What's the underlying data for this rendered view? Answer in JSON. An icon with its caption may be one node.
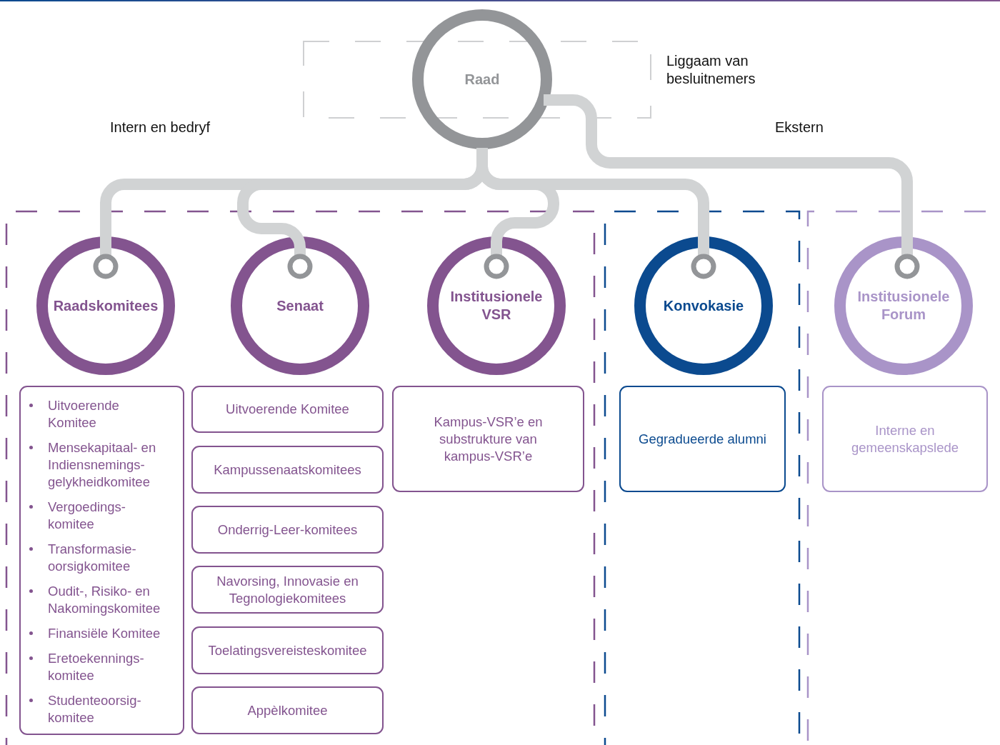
{
  "diagram": {
    "nodes": [
      {
        "text": [
          "Raad"
        ]
      },
      {
        "text": [],
        "shape": "box"
      },
      {
        "text": [
          "Raadskomitees"
        ],
        "in": 1
      },
      {
        "text": [
          "Senaat"
        ],
        "in": 1
      },
      {
        "text": [
          "Institusionele VSR"
        ],
        "in": 1
      },
      {
        "text": [
          "Uitvoerende Komitee",
          "Mensekapitaal- en Indiensnemings-gelykheidkomitee",
          "Vergoedings-komitee",
          "Transformasie-oorsigkomitee",
          "Oudit-, Risiko- en Nakomingskomitee",
          "Finansiële Komitee",
          "Eretoekennings-komitee",
          "Studenteoorsig-komitee"
        ],
        "in": 1
      },
      {
        "text": [
          "Uitvoerende Komitee"
        ],
        "in": 1
      },
      {
        "text": [
          "Kampussenaatskomitees"
        ],
        "in": 1
      },
      {
        "text": [
          "Onderrig-Leer-komitees"
        ],
        "in": 1
      },
      {
        "text": [
          "Navorsing, Innovasie en Tegnologiekomitees"
        ],
        "in": 1
      },
      {
        "text": [
          "Toelatingsvereisteskomitee"
        ],
        "in": 1
      },
      {
        "text": [
          "Appèlkomitee"
        ],
        "in": 1
      },
      {
        "text": [
          "Kampus-VSR’e en substrukture van kampus-VSR’e"
        ],
        "in": 1
      },
      {
        "text": [],
        "shape": "box"
      },
      {
        "text": [
          "Konvokasie"
        ],
        "in": 13
      },
      {
        "text": [
          "Gegradueerde alumni"
        ],
        "in": 13
      },
      {
        "text": [],
        "shape": "box"
      },
      {
        "text": [
          "Institusionele Forum"
        ],
        "in": 16
      },
      {
        "text": [
          "Interne en gemeenskapslede"
        ],
        "in": 16
      }
    ],
    "edges": [
      {
        "from": 0,
        "to": 2,
        "arrow": "other"
      },
      {
        "from": 0,
        "to": 3,
        "arrow": "other"
      },
      {
        "from": 0,
        "to": 4,
        "arrow": "other"
      },
      {
        "from": 0,
        "to": 14,
        "arrow": "other"
      },
      {
        "from": 0,
        "to": 17,
        "arrow": "other"
      }
    ],
    "labels": [
      "Liggaam van besluitnemers",
      "Intern en bedryf",
      "Ekstern"
    ]
  }
}
